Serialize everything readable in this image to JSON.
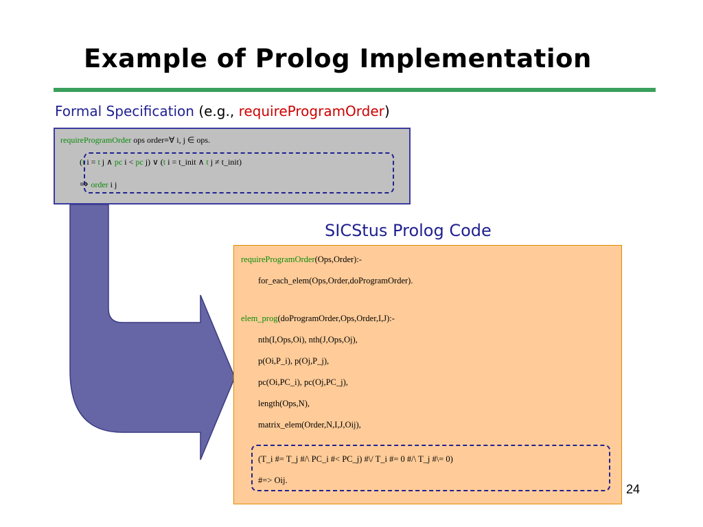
{
  "slide": {
    "title": "Example of Prolog Implementation",
    "subtitle": {
      "part1": "Formal Specification",
      "part2": " (e.g., ",
      "part3": "requireProgramOrder",
      "part4": ")"
    },
    "spec": {
      "line1_green": "requireProgramOrder",
      "line1_rest": " ops order≡∀ i, j ∈ ops.",
      "line2_a": "(",
      "line2_b": "t",
      "line2_c": " i  = ",
      "line2_d": "t",
      "line2_e": " j ∧ ",
      "line2_f": "pc",
      "line2_g": " i < ",
      "line2_h": "pc",
      "line2_i": " j) ∨ (",
      "line2_j": "t",
      "line2_k": " i = t_init  ∧ ",
      "line2_l": "t",
      "line2_m": " j  ≠ t_init)",
      "line3_a": "⇒ ",
      "line3_b": "order",
      "line3_c": " i j"
    },
    "code_label": "SICStus Prolog Code",
    "code": {
      "l1_green": "requireProgramOrder",
      "l1_rest": "(Ops,Order):-",
      "l2": "for_each_elem(Ops,Order,doProgramOrder).",
      "l3_green": "elem_prog",
      "l3_rest": "(doProgramOrder,Ops,Order,I,J):-",
      "l4": "nth(I,Ops,Oi), nth(J,Ops,Oj),",
      "l5": "p(Oi,P_i), p(Oj,P_j),",
      "l6": "pc(Oi,PC_i), pc(Oj,PC_j),",
      "l7": "length(Ops,N),",
      "l8": "matrix_elem(Order,N,I,J,Oij),",
      "l9": "(T_i #= T_j #/\\ PC_i #< PC_j) #\\/ T_i #= 0 #/\\ T_j #\\= 0)",
      "l10": "#=> Oij."
    },
    "page_number": "24",
    "colors": {
      "title_rule": "#3aa05c",
      "spec_box_bg": "#c0c0c0",
      "code_box_bg": "#ffcc99",
      "arrow_fill": "#6666a6",
      "keyword_green": "#0a8a0a",
      "subtitle_blue": "#1f1f8f",
      "highlight_red": "#cc0000"
    }
  }
}
